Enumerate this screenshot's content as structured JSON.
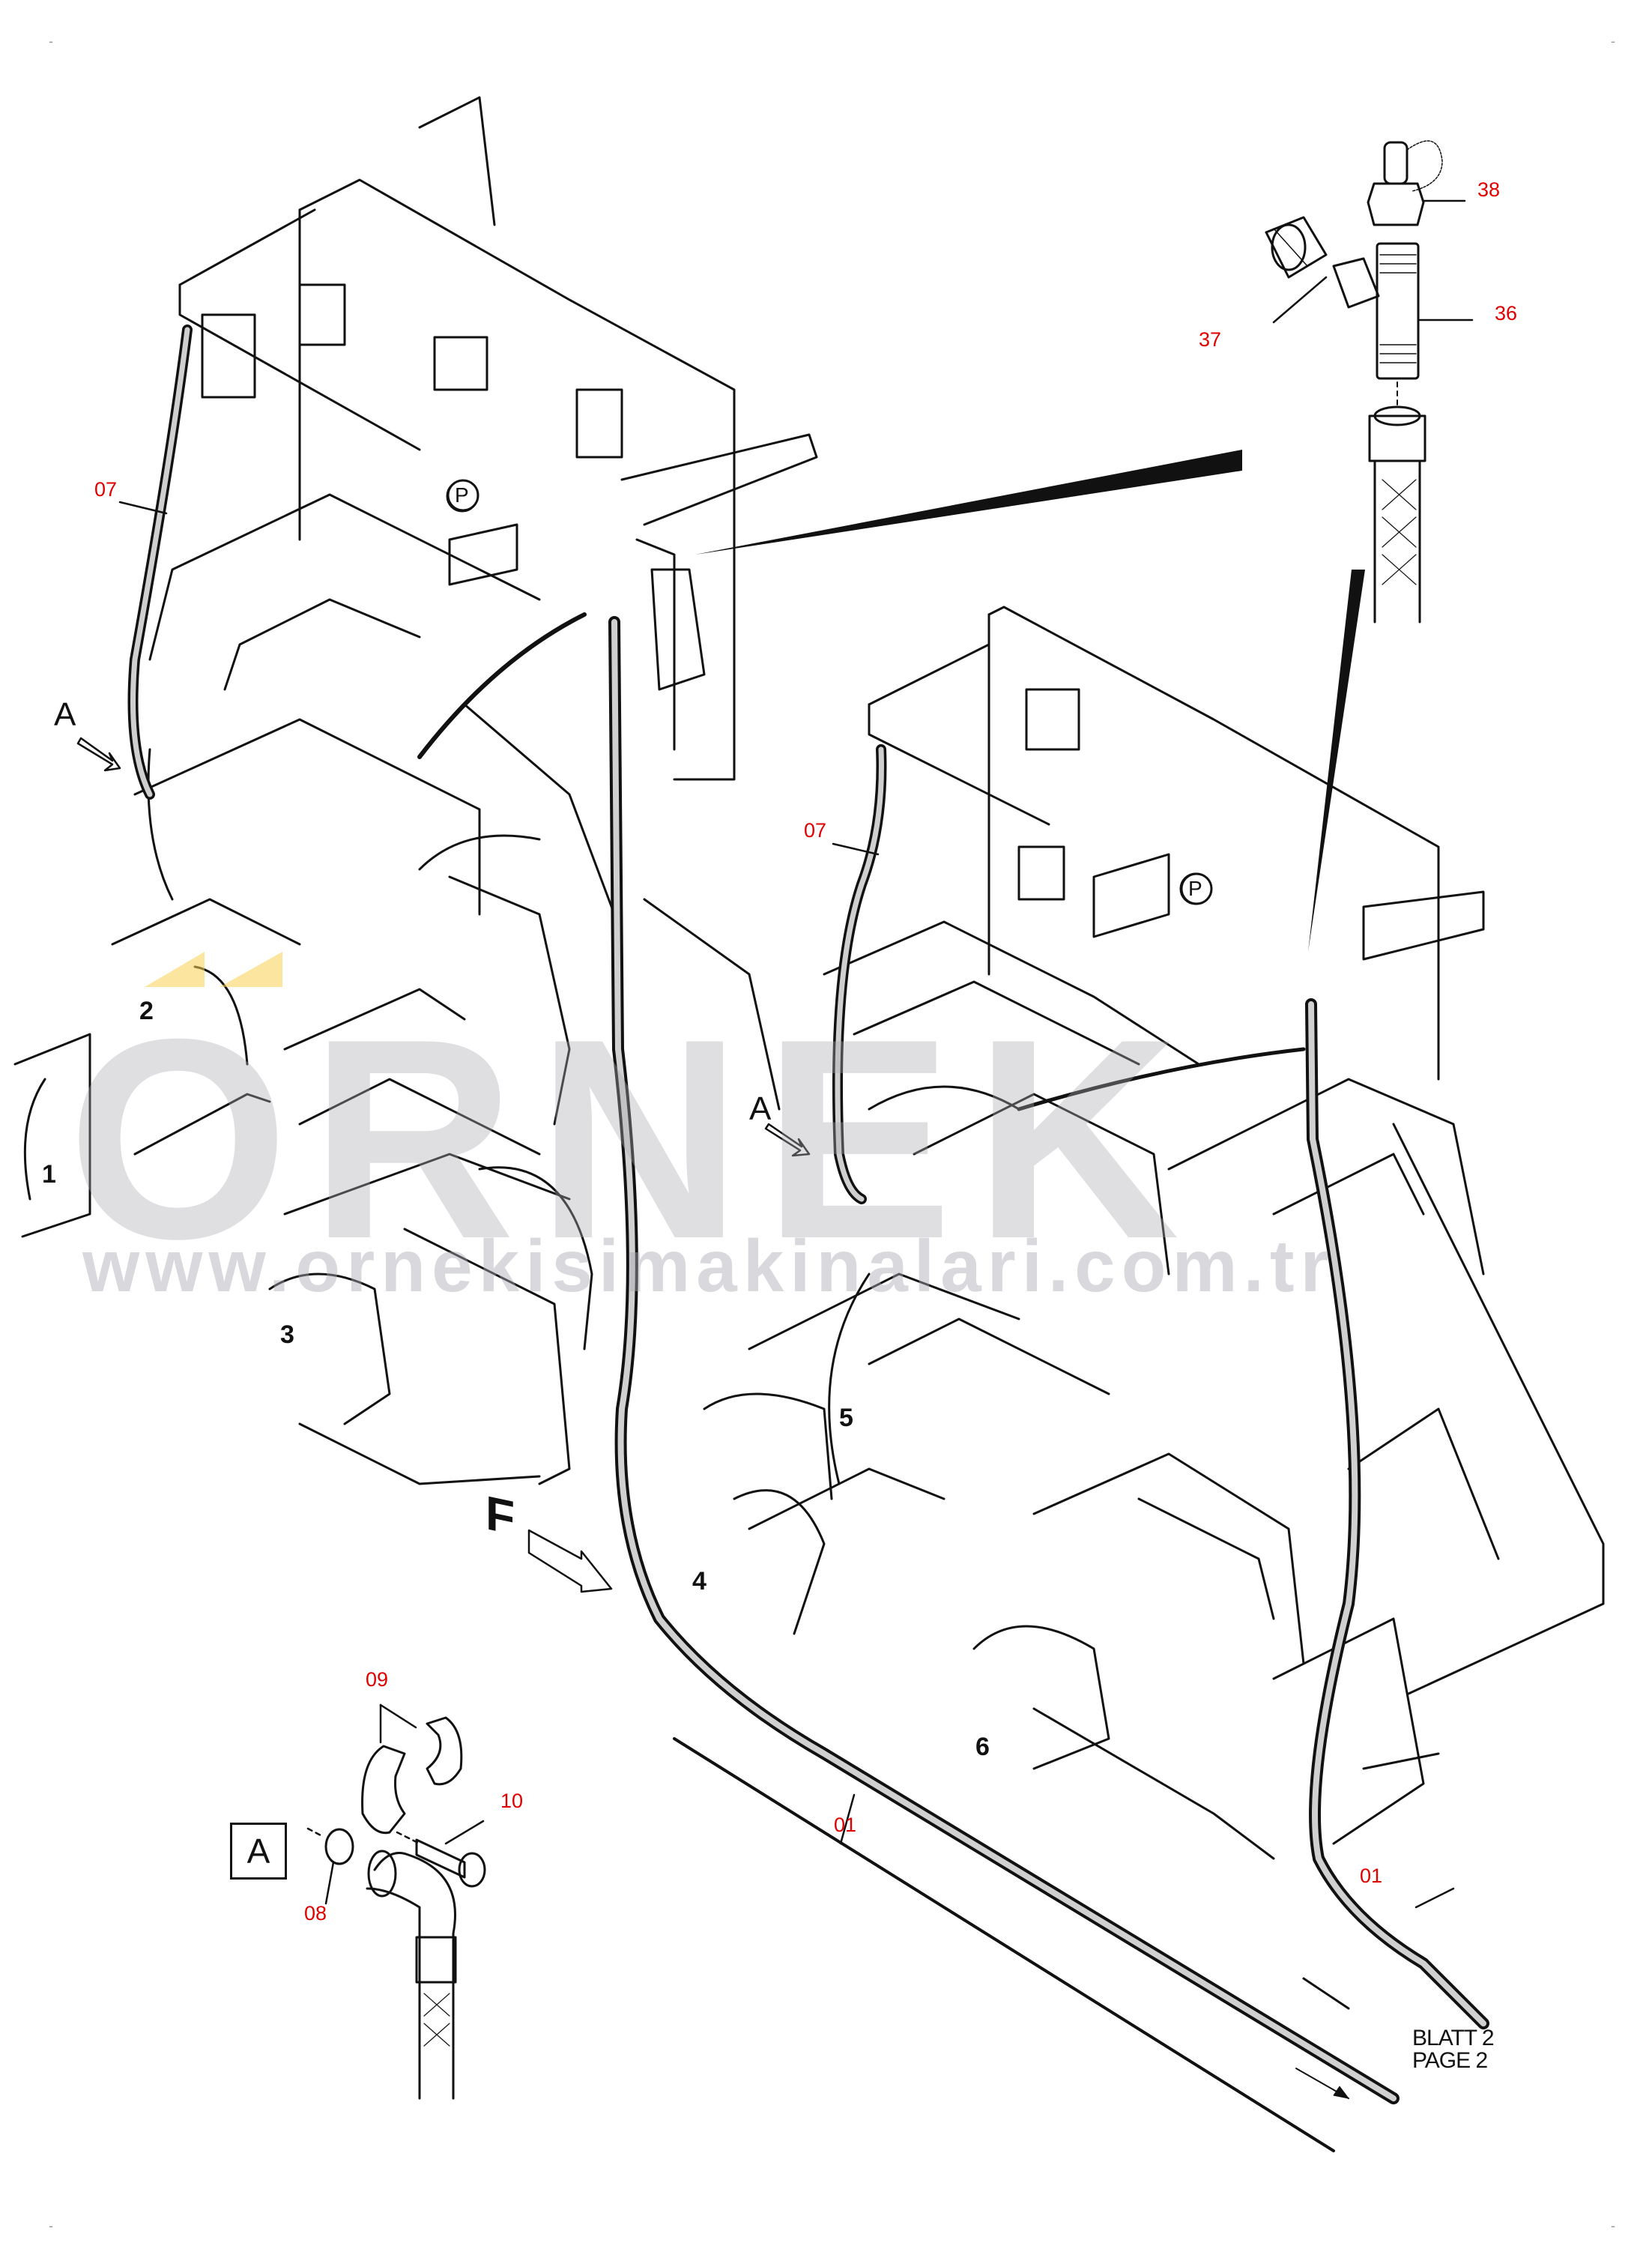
{
  "diagram": {
    "type": "exploded parts diagram",
    "subject": "hydraulic hose routing on control valve blocks",
    "accent_color": "#e00000",
    "line_color": "#111111"
  },
  "callouts": {
    "c38": "38",
    "c37": "37",
    "c36": "36",
    "c07_left": "07",
    "c07_right": "07",
    "c01_mid": "01",
    "c01_right": "01",
    "c09": "09",
    "c10": "10",
    "c08": "08"
  },
  "positions": {
    "p1": "1",
    "p2": "2",
    "p3": "3",
    "p4": "4",
    "p5": "5",
    "p6": "6"
  },
  "view_markers": {
    "a_left": "A",
    "a_right": "A",
    "detail_a": "A",
    "f_direction": "F",
    "pressure_left": "P",
    "pressure_right": "P"
  },
  "page_reference": {
    "line1": "BLATT 2",
    "line2": "PAGE 2"
  },
  "watermark": {
    "brand": "ORNEK",
    "url": "www.ornekisimakinalari.com.tr"
  },
  "corner_marks": {
    "tl": "-",
    "tr": "-",
    "bl": "-",
    "br": "-"
  }
}
